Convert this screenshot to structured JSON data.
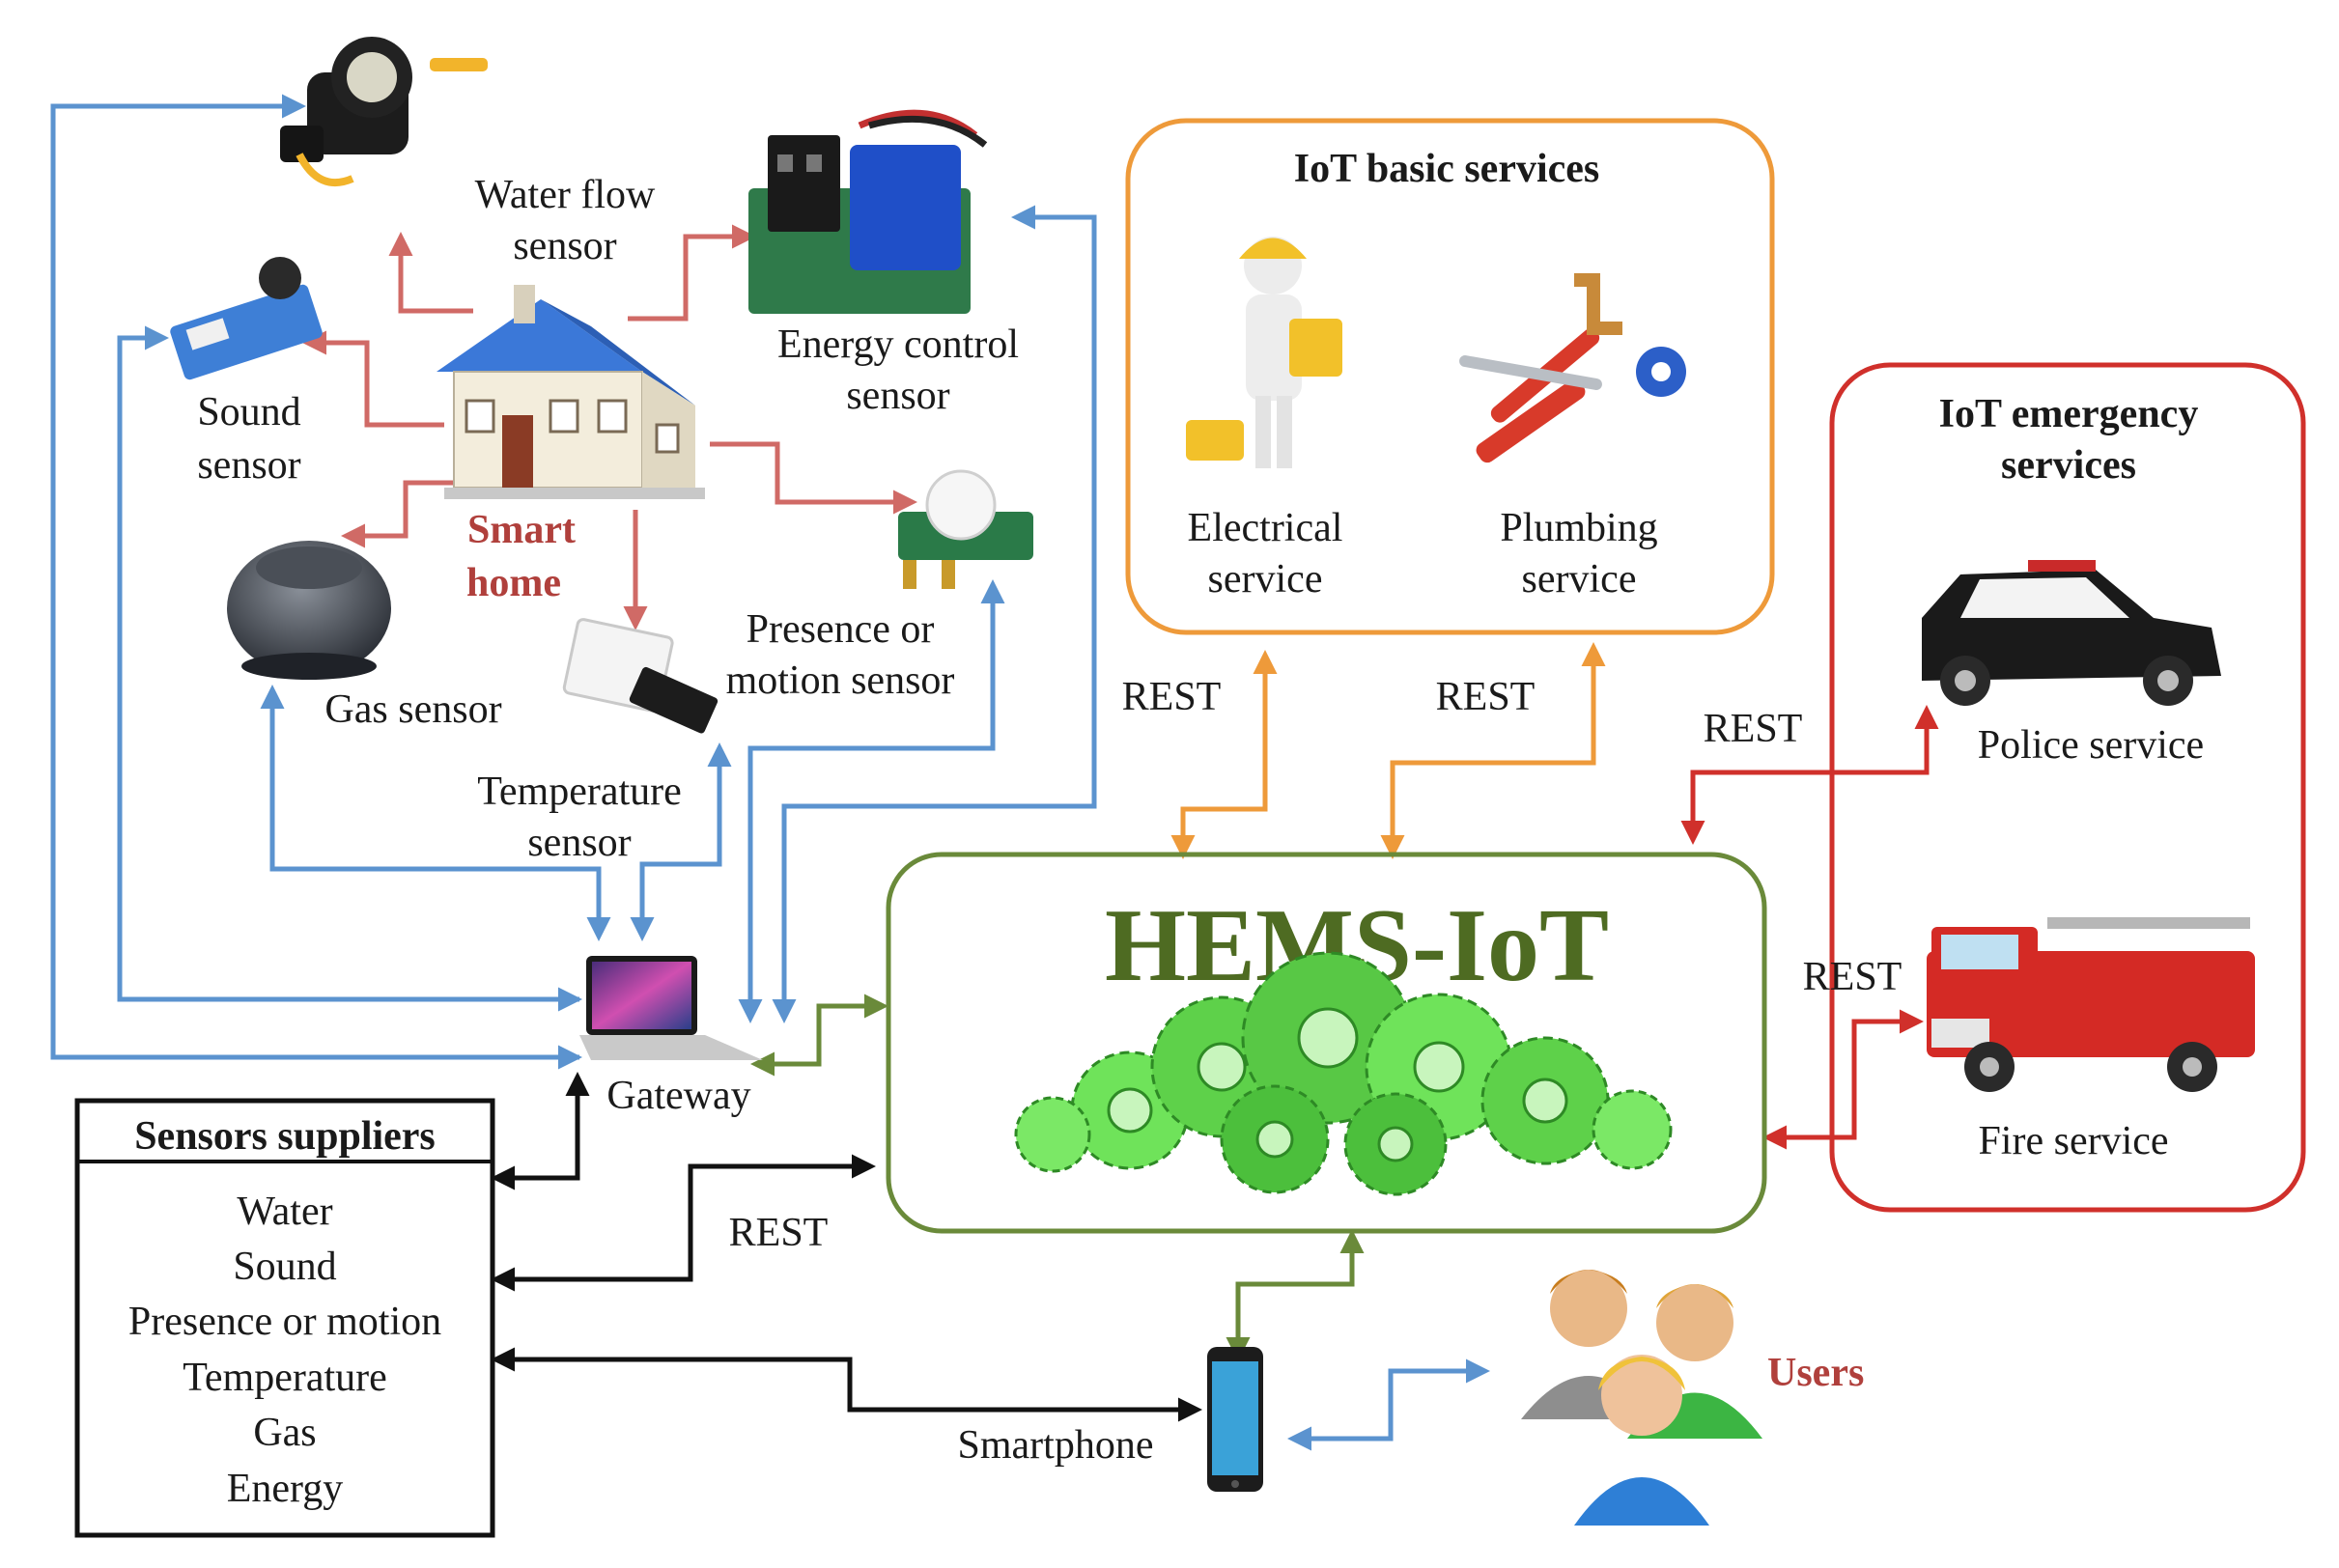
{
  "title": "HEMS-IoT",
  "home": {
    "label_line1": "Smart",
    "label_line2": "home"
  },
  "sensors": {
    "water_flow": [
      "Water flow",
      "sensor"
    ],
    "energy_control": [
      "Energy control",
      "sensor"
    ],
    "sound": [
      "Sound",
      "sensor"
    ],
    "gas": [
      "Gas sensor"
    ],
    "presence": [
      "Presence or",
      "motion sensor"
    ],
    "temperature": [
      "Temperature",
      "sensor"
    ]
  },
  "gateway": "Gateway",
  "smartphone": "Smartphone",
  "users": "Users",
  "basic_services": {
    "title": "IoT basic services",
    "electrical": [
      "Electrical",
      "service"
    ],
    "plumbing": [
      "Plumbing",
      "service"
    ]
  },
  "emergency_services": {
    "title": [
      "IoT emergency",
      "services"
    ],
    "police": "Police service",
    "fire": "Fire service"
  },
  "suppliers": {
    "title": "Sensors suppliers",
    "items": [
      "Water",
      "Sound",
      "Presence or motion",
      "Temperature",
      "Gas",
      "Energy"
    ]
  },
  "rest_labels": [
    "REST",
    "REST",
    "REST",
    "REST",
    "REST"
  ],
  "colors": {
    "sensor_links": "#5b93cf",
    "home_links": "#d06a66",
    "basic_services": "#ee9a3a",
    "emergency_services": "#d0302b",
    "hems": "#6a8a3a",
    "gears": "#5ed14a"
  }
}
